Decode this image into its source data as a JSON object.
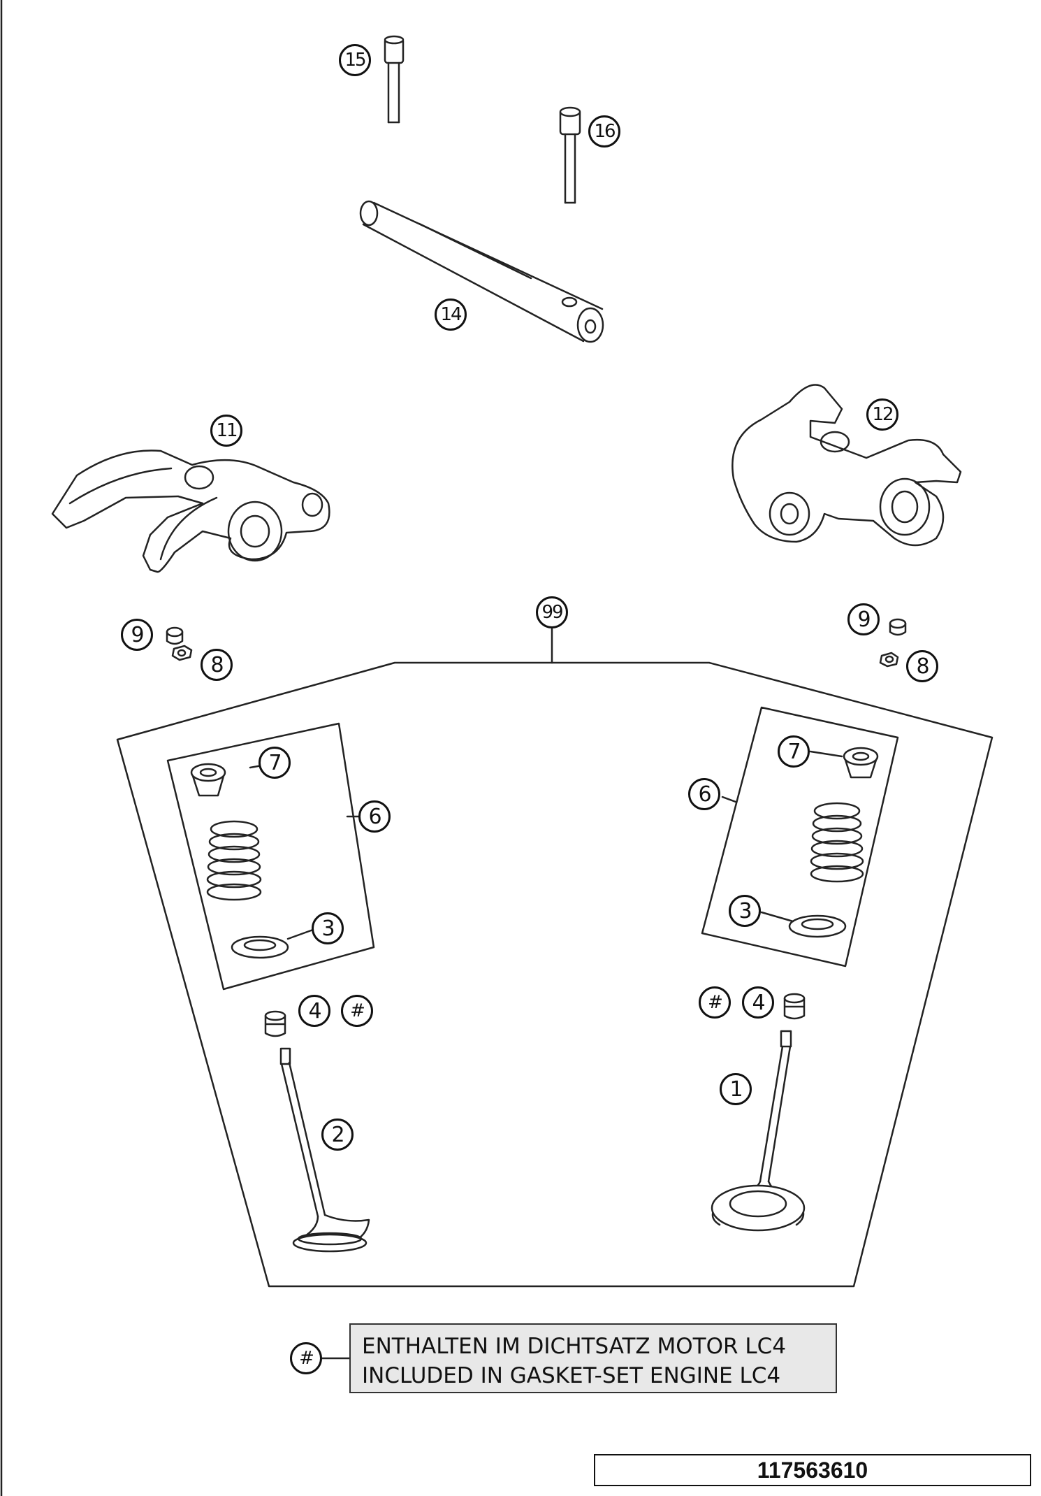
{
  "callouts": {
    "c1": "1",
    "c2": "2",
    "c3": "3",
    "c4": "4",
    "c6": "6",
    "c7": "7",
    "c8": "8",
    "c9": "9",
    "c11": "11",
    "c12": "12",
    "c14": "14",
    "c15": "15",
    "c16": "16",
    "c99": "99",
    "hash": "#"
  },
  "note": {
    "line_de": "ENTHALTEN IM DICHTSATZ MOTOR LC4",
    "line_en": "INCLUDED IN GASKET-SET ENGINE LC4"
  },
  "reference_number": "117563610"
}
